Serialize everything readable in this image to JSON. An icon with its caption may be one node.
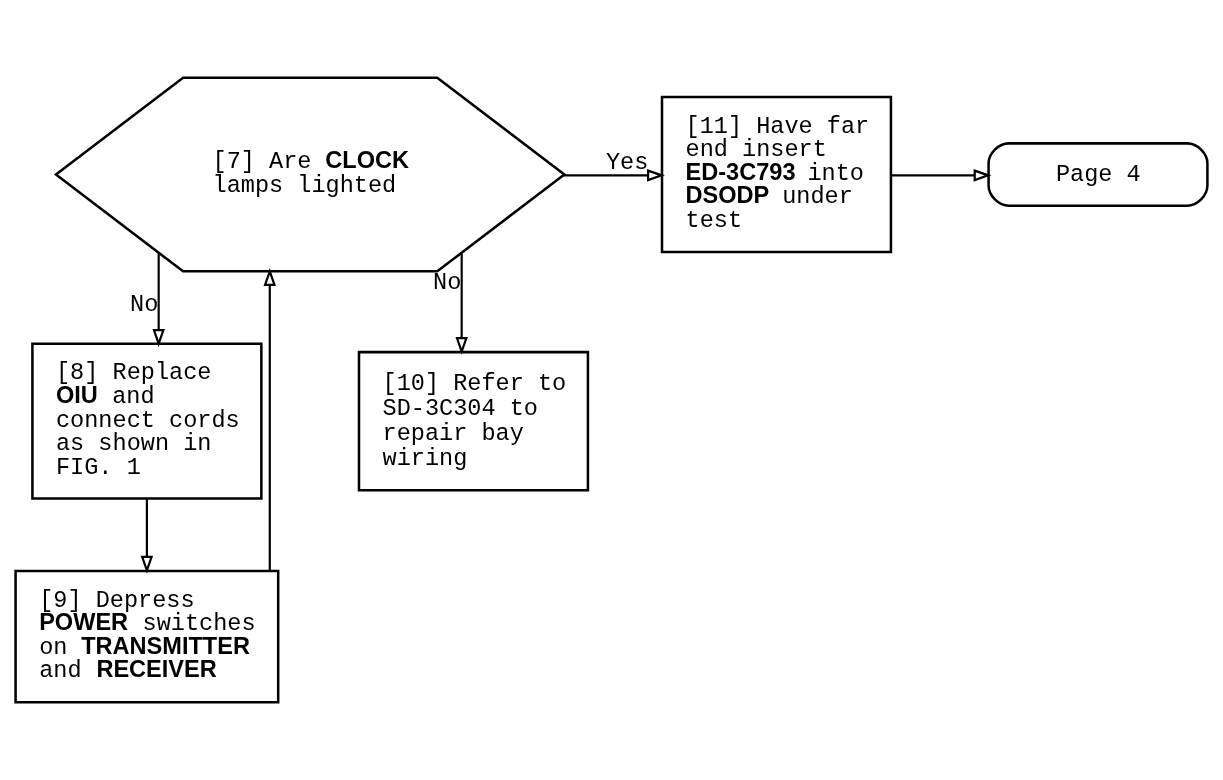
{
  "diagram": {
    "nodes": [
      {
        "text": [
          "[7] Are **CLOCK** lamps lighted"
        ]
      },
      {
        "text": [
          "[11] Have far end insert **ED-3C793** into **DSODP** under test"
        ]
      },
      {
        "text": [
          "Page 4"
        ]
      },
      {
        "text": [
          "[8] Replace **OIU** and connect cords as shown in FIG. 1"
        ]
      },
      {
        "text": [
          "[10] Refer to SD-3C304 to repair bay wiring"
        ]
      },
      {
        "text": [
          "[9] Depress **POWER** switches on **TRANSMITTER** and **RECEIVER**"
        ]
      }
    ],
    "edges": [
      {
        "from": 0,
        "to": 1,
        "arrow": "to",
        "label": "Yes"
      },
      {
        "from": 1,
        "to": 2,
        "arrow": "to"
      },
      {
        "from": 0,
        "to": 3,
        "arrow": "to",
        "label": "No"
      },
      {
        "from": 0,
        "to": 4,
        "arrow": "to",
        "label": "No"
      },
      {
        "from": 3,
        "to": 5,
        "arrow": "to"
      },
      {
        "from": 5,
        "to": 0,
        "arrow": "to"
      }
    ]
  }
}
